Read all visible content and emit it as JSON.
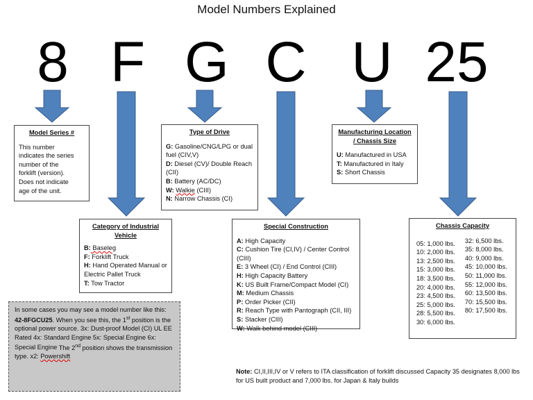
{
  "title": "Model Numbers Explained",
  "characters": [
    "8",
    "F",
    "G",
    "C",
    "U",
    "25"
  ],
  "colors": {
    "arrow_fill": "#4f81bd",
    "arrow_stroke": "#385d8a",
    "note_box": "#c8c8c8"
  },
  "model_series": {
    "title": "Model Series #",
    "lines": [
      "This number",
      "indicates the series",
      "number of the",
      "forklift (version).",
      "Does not indicate",
      "age of the unit."
    ]
  },
  "category": {
    "title": "Category of Industrial Vehicle",
    "items": [
      {
        "code": "B:",
        "text": " Baseleg"
      },
      {
        "code": "F:",
        "text": " Forklift Truck"
      },
      {
        "code": "H:",
        "text": " Hand Operated Manual or Electric Pallet Truck"
      },
      {
        "code": "T:",
        "text": " Tow Tractor"
      }
    ]
  },
  "drive": {
    "title": "Type of Drive",
    "items": [
      {
        "code": "G:",
        "text": " Gasoline/CNG/LPG or dual fuel (CIV,V)"
      },
      {
        "code": "D:",
        "text": " Diesel (CV)/ Double Reach (CII)"
      },
      {
        "code": "B:",
        "text": " Battery (AC/DC)"
      },
      {
        "code": "W:",
        "text": " Walkie (CIII)"
      },
      {
        "code": "N:",
        "text": " Narrow Chassis  (CI)"
      }
    ]
  },
  "special": {
    "title": "Special Construction",
    "items": [
      {
        "code": "A:",
        "text": " High Capacity"
      },
      {
        "code": "C:",
        "text": " Cushion Tire (CI,IV) / Center Control (CIII)"
      },
      {
        "code": "E:",
        "text": " 3 Wheel (CI) / End Control (CIII)"
      },
      {
        "code": "H:",
        "text": " High Capacity Battery"
      },
      {
        "code": "K:",
        "text": " US Built Frame/Compact Model (CI)"
      },
      {
        "code": "M:",
        "text": " Medium Chassis"
      },
      {
        "code": "P:",
        "text": " Order Picker (CII)"
      },
      {
        "code": "R:",
        "text": " Reach Type with Pantograph (CII, III)"
      },
      {
        "code": "S:",
        "text": " Stacker (CIII)"
      },
      {
        "code": "W:",
        "text": " Walk behind model (CIII)"
      }
    ]
  },
  "location": {
    "title": "Manufacturing Location / Chassis Size",
    "items": [
      {
        "code": "U:",
        "text": " Manufactured in USA"
      },
      {
        "code": "T:",
        "text": " Manufactured in Italy"
      },
      {
        "code": "S:",
        "text": " Short Chassis"
      }
    ]
  },
  "capacity": {
    "title": "Chassis Capacity",
    "left": [
      "05: 1,000 lbs.",
      "10: 2,000 lbs.",
      "13: 2,500 lbs.",
      "15: 3,000 lbs.",
      "18: 3,500 lbs.",
      "20: 4,000 lbs.",
      "23: 4,500 lbs.",
      "25: 5,000 lbs.",
      "28: 5,500 lbs.",
      "30: 6,000 lbs."
    ],
    "right": [
      "32: 6,500 lbs.",
      "35: 8,000 lbs.",
      "40: 9,000 lbs.",
      "45: 10,000 lbs.",
      "50: 11,000 lbs.",
      "55: 12,000 lbs.",
      "60: 13,500 lbs.",
      "70: 15,500 lbs.",
      "80: 17,500 lbs."
    ]
  },
  "example": {
    "intro": "In some cases you may see a model number like this: ",
    "model": "42-8FGCU25",
    "rest_1": ". When you see this, the 1",
    "sup_1": "st",
    "rest_2": " position is the optional power source.",
    "lines": [
      "3x: Dust-proof Model (CI) UL EE Rated",
      "4x: Standard Engine",
      "5x: Special Engine",
      "6x: Special Engine"
    ],
    "second_a": "The 2",
    "sup_2": "nd",
    "second_b": " position shows the transmission type.",
    "last_code": "x2: ",
    "last_text": "Powershift"
  },
  "note": {
    "label": "Note:",
    "line1": " CI,II,III,IV or V refers to ITA classification of forklift discussed",
    "line2": "Capacity 35 designates 8,000 lbs for US built product and 7,000 lbs. for Japan & Italy builds"
  }
}
